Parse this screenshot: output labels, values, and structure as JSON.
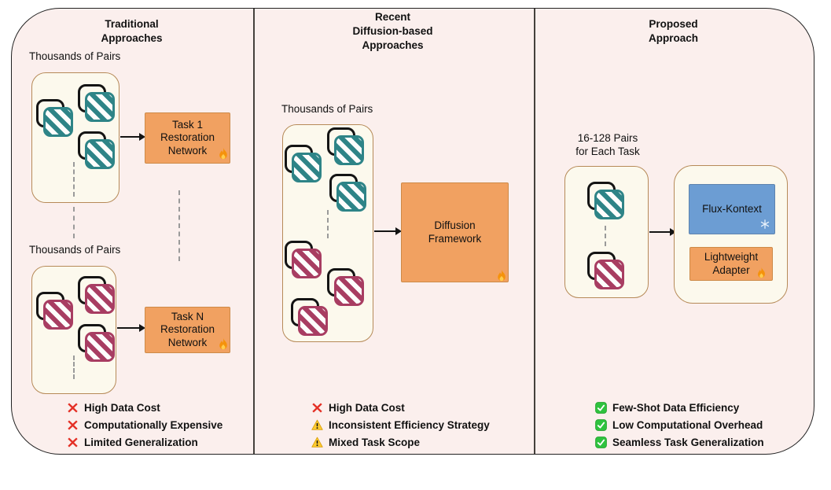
{
  "figure": {
    "columns": [
      {
        "title_lines": [
          "Traditional",
          "Approaches"
        ],
        "dataset_labels": [
          "Thousands of Pairs",
          "Thousands of Pairs"
        ],
        "network_boxes": [
          {
            "lines": [
              "Task 1",
              "Restoration",
              "Network"
            ],
            "state_icon": "fire"
          },
          {
            "lines": [
              "Task N",
              "Restoration",
              "Network"
            ],
            "state_icon": "fire"
          }
        ],
        "issues": [
          {
            "icon": "cross",
            "label": "High Data Cost"
          },
          {
            "icon": "cross",
            "label": "Computationally Expensive"
          },
          {
            "icon": "cross",
            "label": "Limited Generalization"
          }
        ]
      },
      {
        "title_lines": [
          "Recent",
          "Diffusion-based",
          "Approaches"
        ],
        "dataset_labels": [
          "Thousands of Pairs"
        ],
        "network_boxes": [
          {
            "lines": [
              "Diffusion",
              "Framework"
            ],
            "state_icon": "fire"
          }
        ],
        "issues": [
          {
            "icon": "cross",
            "label": "High Data Cost"
          },
          {
            "icon": "warning",
            "label": "Inconsistent Efficiency Strategy"
          },
          {
            "icon": "warning",
            "label": "Mixed Task Scope"
          }
        ]
      },
      {
        "title_lines": [
          "Proposed",
          "Approach"
        ],
        "dataset_label_lines": [
          "16-128 Pairs",
          "for Each Task"
        ],
        "network_boxes": [
          {
            "lines": [
              "Flux-Kontext"
            ],
            "state_icon": "snowflake"
          },
          {
            "lines": [
              "Lightweight",
              "Adapter"
            ],
            "state_icon": "fire"
          }
        ],
        "issues": [
          {
            "icon": "check",
            "label": "Few-Shot Data Efficiency"
          },
          {
            "icon": "check",
            "label": "Low Computational Overhead"
          },
          {
            "icon": "check",
            "label": "Seamless Task Generalization"
          }
        ]
      }
    ],
    "icons": {
      "fire": "🔥",
      "snowflake": "❄",
      "cross": "❌",
      "warning": "⚠️",
      "check": "✅"
    },
    "colors": {
      "panel_background": "#FBEFED",
      "dataset_background": "#FCF9ED",
      "dataset_border": "#B68A58",
      "network_orange": "#F1A161",
      "network_blue": "#6C9DD3",
      "pair_teal": "#2E8487",
      "pair_maroon": "#A83D62"
    }
  }
}
